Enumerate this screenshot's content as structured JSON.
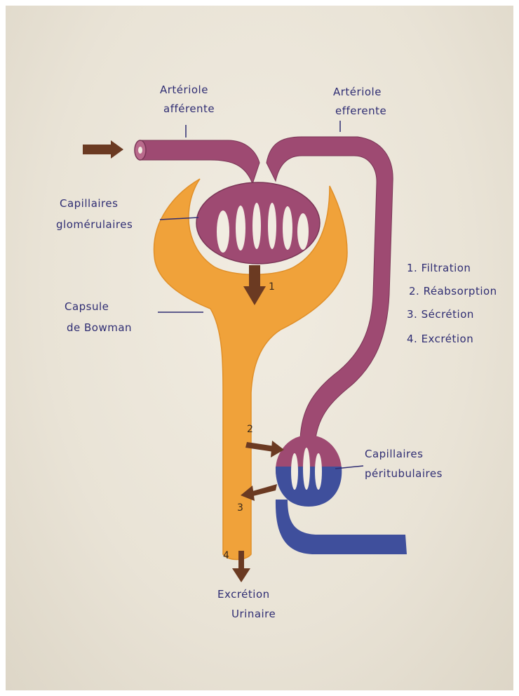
{
  "labels": {
    "afferent_1": "Artériole",
    "afferent_2": "afférente",
    "efferent_1": "Artériole",
    "efferent_2": "efferente",
    "glom_1": "Capillaires",
    "glom_2": "glomérulaires",
    "capsule_1": "Capsule",
    "capsule_2": "de Bowman",
    "peri_1": "Capillaires",
    "peri_2": "péritubulaires",
    "excretion_1": "Excrétion",
    "excretion_2": "Urinaire"
  },
  "legend": [
    "1. Filtration",
    "2. Réabsorption",
    "3. Sécrétion",
    "4. Excrétion"
  ],
  "markers": {
    "m1": "1",
    "m2": "2",
    "m3": "3",
    "m4": "4"
  },
  "colors": {
    "arterial": "#9e4a72",
    "arterial_dark": "#7a3556",
    "capsule": "#f0a23a",
    "venous": "#3f4f9c",
    "arrow": "#6b3a22",
    "ink": "#2f2d73"
  }
}
